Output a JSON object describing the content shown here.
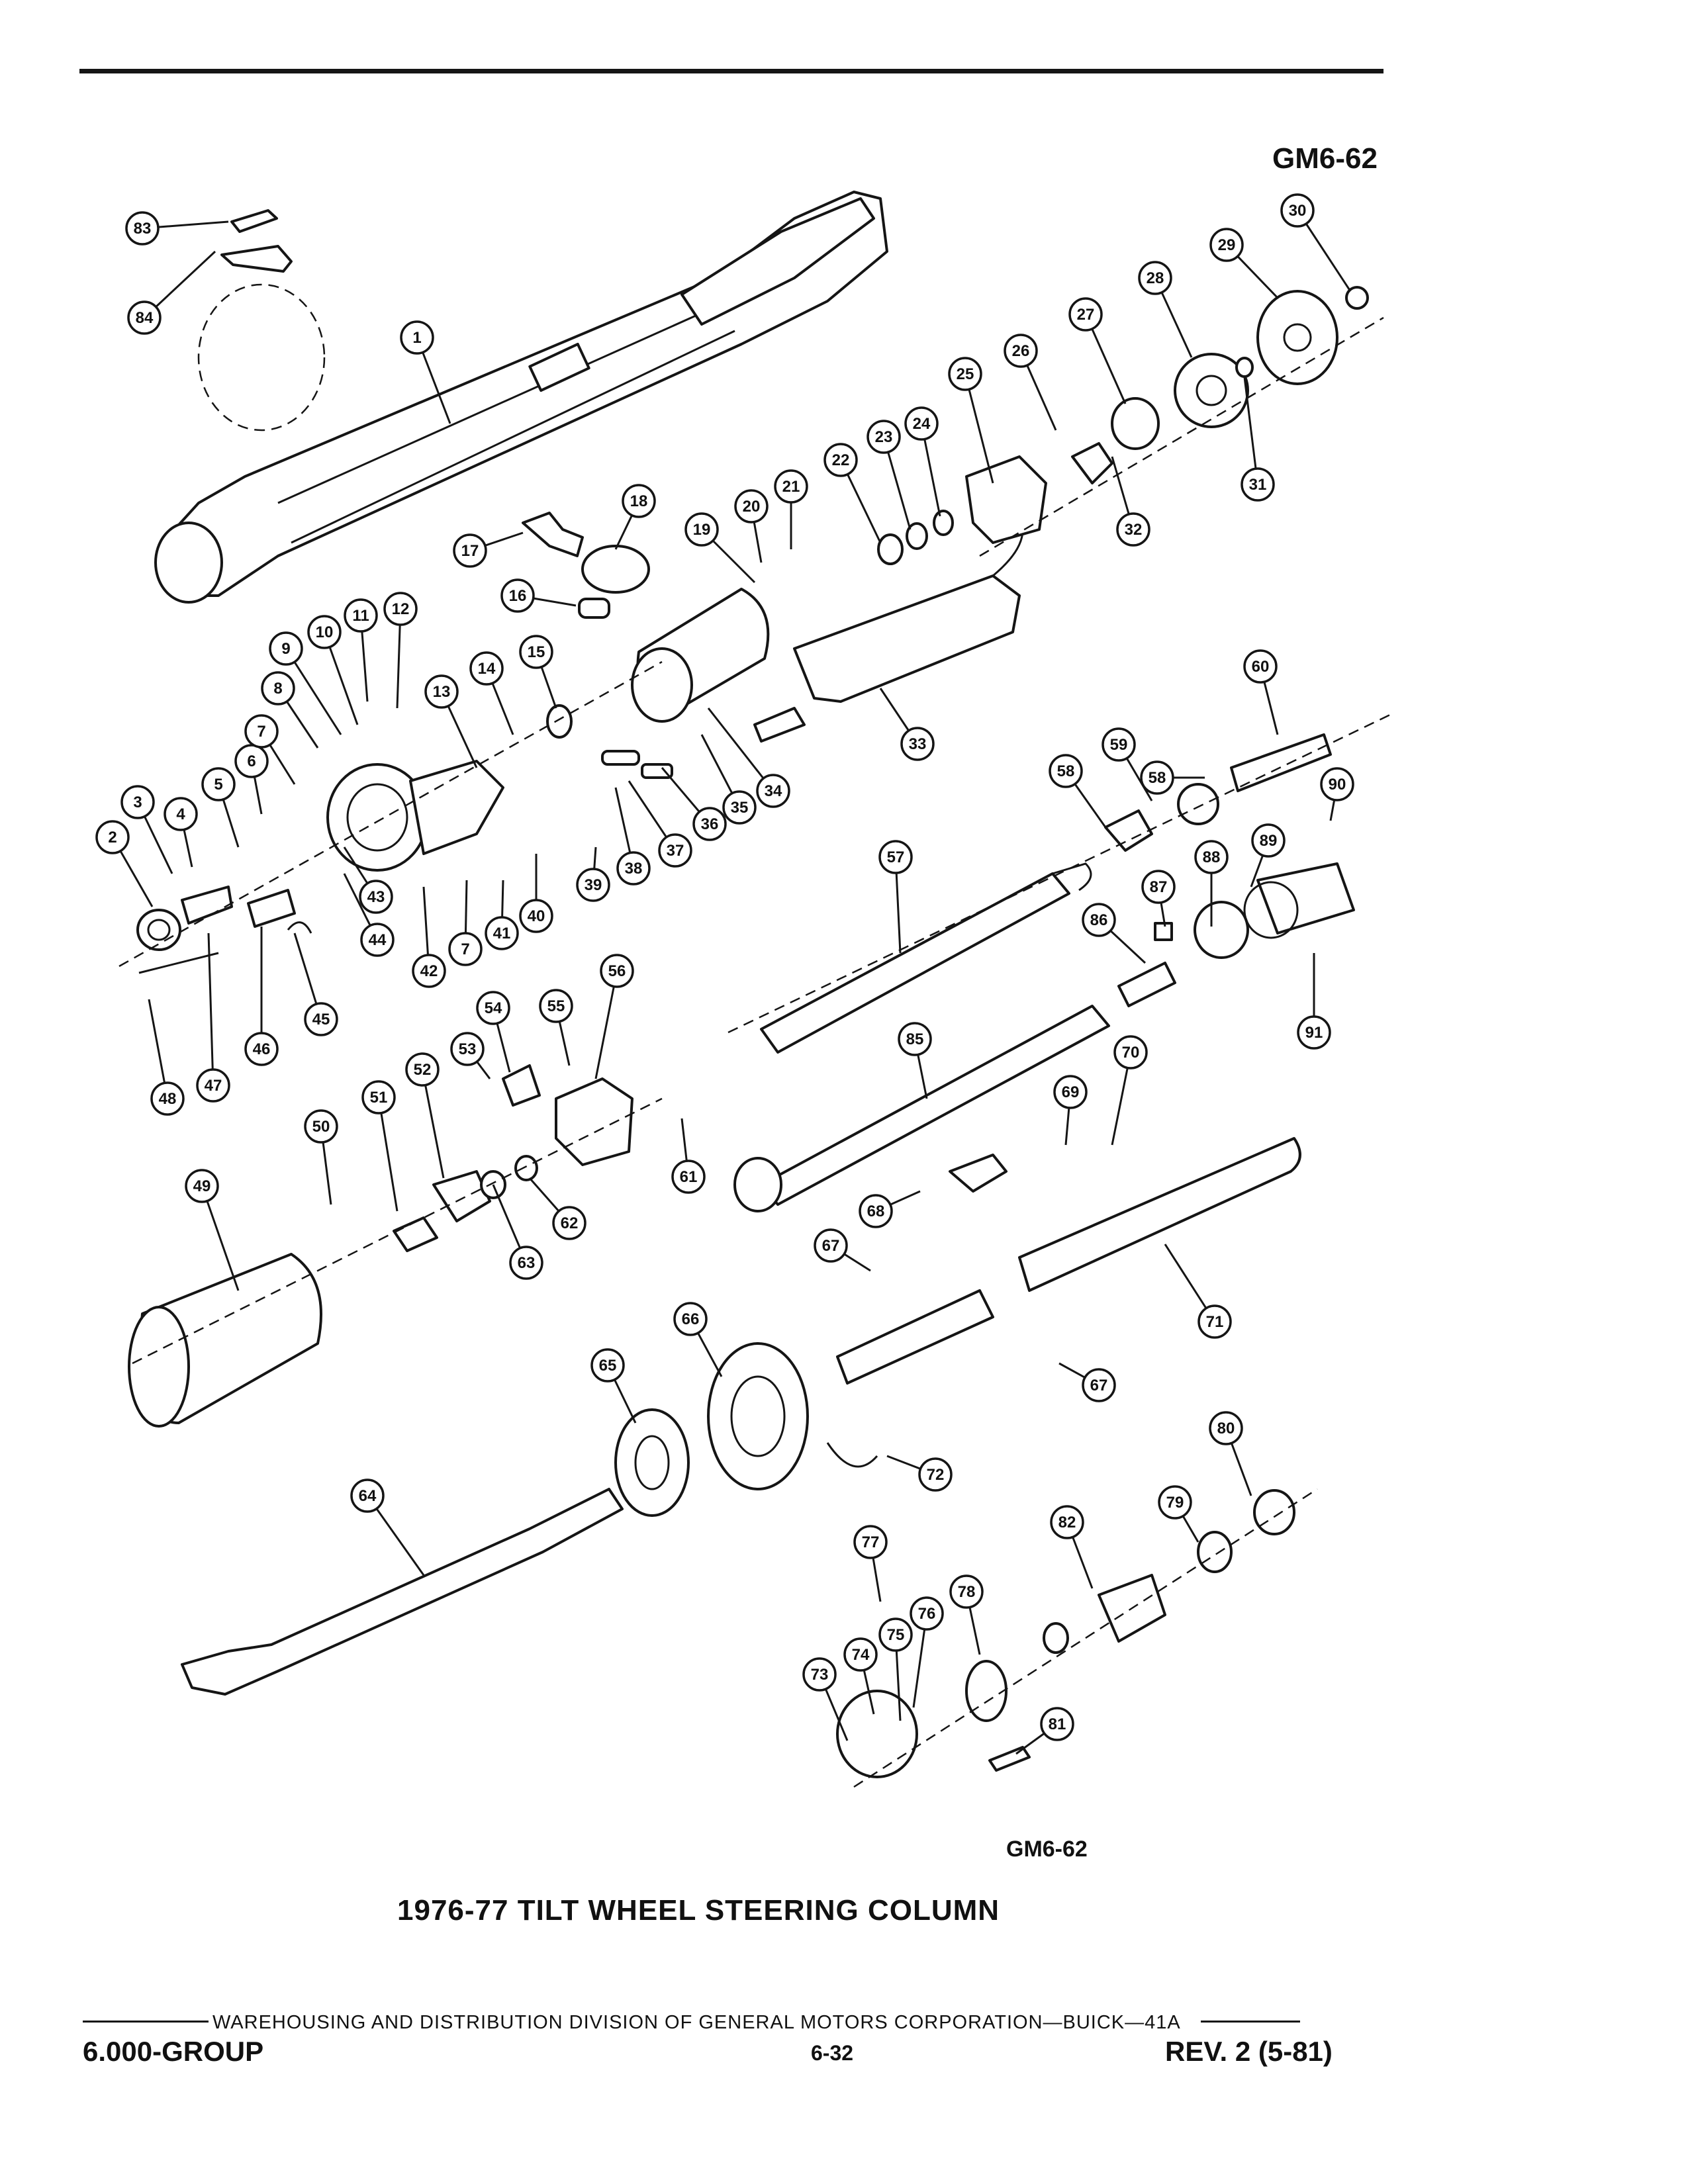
{
  "header": {
    "figure_code": "GM6-62"
  },
  "figure": {
    "figure_code": "GM6-62",
    "caption": "1976-77 TILT WHEEL STEERING COLUMN"
  },
  "callouts": [
    {
      "label": "1"
    },
    {
      "label": "2"
    },
    {
      "label": "3"
    },
    {
      "label": "4"
    },
    {
      "label": "5"
    },
    {
      "label": "6"
    },
    {
      "label": "7"
    },
    {
      "label": "7"
    },
    {
      "label": "8"
    },
    {
      "label": "9"
    },
    {
      "label": "10"
    },
    {
      "label": "11"
    },
    {
      "label": "12"
    },
    {
      "label": "13"
    },
    {
      "label": "14"
    },
    {
      "label": "15"
    },
    {
      "label": "16"
    },
    {
      "label": "17"
    },
    {
      "label": "18"
    },
    {
      "label": "19"
    },
    {
      "label": "20"
    },
    {
      "label": "21"
    },
    {
      "label": "22"
    },
    {
      "label": "23"
    },
    {
      "label": "24"
    },
    {
      "label": "25"
    },
    {
      "label": "26"
    },
    {
      "label": "27"
    },
    {
      "label": "28"
    },
    {
      "label": "29"
    },
    {
      "label": "30"
    },
    {
      "label": "31"
    },
    {
      "label": "32"
    },
    {
      "label": "33"
    },
    {
      "label": "34"
    },
    {
      "label": "35"
    },
    {
      "label": "36"
    },
    {
      "label": "37"
    },
    {
      "label": "38"
    },
    {
      "label": "39"
    },
    {
      "label": "40"
    },
    {
      "label": "41"
    },
    {
      "label": "42"
    },
    {
      "label": "43"
    },
    {
      "label": "44"
    },
    {
      "label": "45"
    },
    {
      "label": "46"
    },
    {
      "label": "47"
    },
    {
      "label": "48"
    },
    {
      "label": "49"
    },
    {
      "label": "50"
    },
    {
      "label": "51"
    },
    {
      "label": "52"
    },
    {
      "label": "53"
    },
    {
      "label": "54"
    },
    {
      "label": "55"
    },
    {
      "label": "56"
    },
    {
      "label": "57"
    },
    {
      "label": "58"
    },
    {
      "label": "58"
    },
    {
      "label": "59"
    },
    {
      "label": "60"
    },
    {
      "label": "61"
    },
    {
      "label": "62"
    },
    {
      "label": "63"
    },
    {
      "label": "64"
    },
    {
      "label": "65"
    },
    {
      "label": "66"
    },
    {
      "label": "67"
    },
    {
      "label": "67"
    },
    {
      "label": "68"
    },
    {
      "label": "69"
    },
    {
      "label": "70"
    },
    {
      "label": "71"
    },
    {
      "label": "72"
    },
    {
      "label": "73"
    },
    {
      "label": "74"
    },
    {
      "label": "75"
    },
    {
      "label": "76"
    },
    {
      "label": "77"
    },
    {
      "label": "78"
    },
    {
      "label": "79"
    },
    {
      "label": "80"
    },
    {
      "label": "81"
    },
    {
      "label": "82"
    },
    {
      "label": "83"
    },
    {
      "label": "84"
    },
    {
      "label": "85"
    },
    {
      "label": "86"
    },
    {
      "label": "87"
    },
    {
      "label": "88"
    },
    {
      "label": "89"
    },
    {
      "label": "90"
    },
    {
      "label": "91"
    }
  ],
  "footer": {
    "credit": "WAREHOUSING AND DISTRIBUTION  DIVISION OF GENERAL MOTORS CORPORATION—BUICK—41A",
    "group": "6.000-GROUP",
    "page": "6-32",
    "revision": "REV. 2 (5-81)"
  }
}
